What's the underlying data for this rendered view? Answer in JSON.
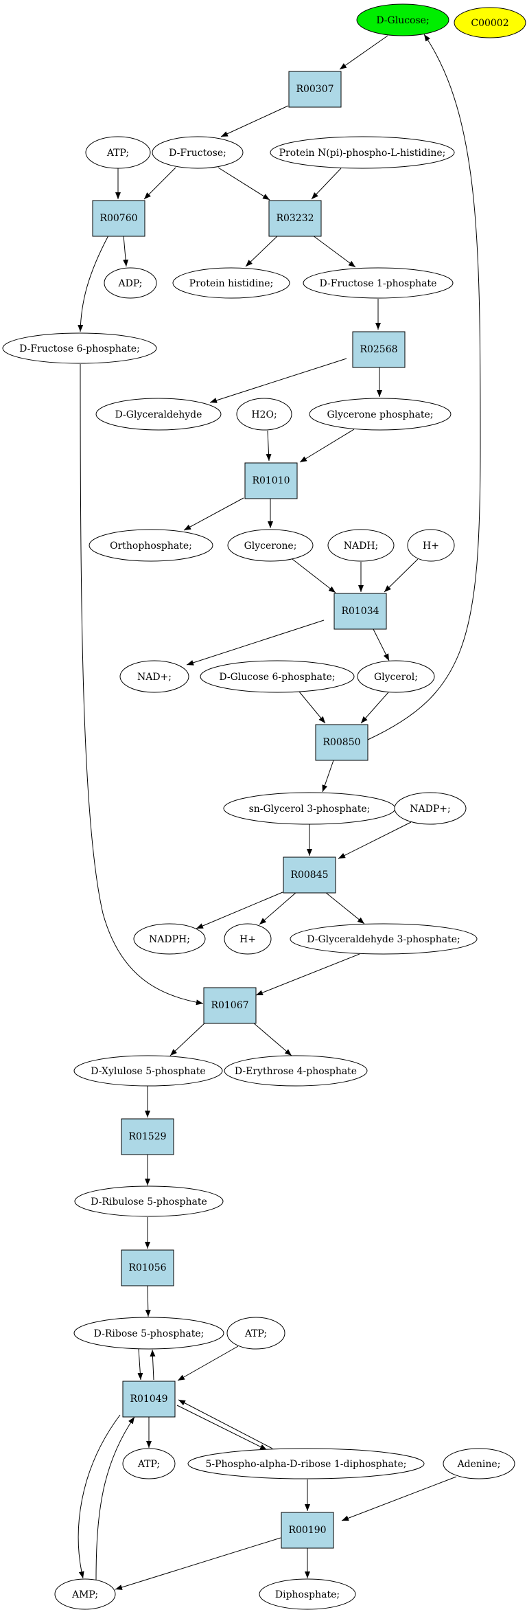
{
  "colors": {
    "reaction_fill": "#add8e6",
    "start_fill": "#00ee00",
    "marker_fill": "#ffff00",
    "compound_fill": "#ffffff",
    "stroke": "#000000"
  },
  "nodes": {
    "glucose": {
      "label": "D-Glucose;",
      "kind": "start"
    },
    "c00002": {
      "label": "C00002",
      "kind": "marker"
    },
    "r00307": {
      "label": "R00307",
      "kind": "reaction"
    },
    "atp1": {
      "label": "ATP;",
      "kind": "compound"
    },
    "fructose": {
      "label": "D-Fructose;",
      "kind": "compound"
    },
    "protein_nphis": {
      "label": "Protein N(pi)-phospho-L-histidine;",
      "kind": "compound"
    },
    "r00760": {
      "label": "R00760",
      "kind": "reaction"
    },
    "r03232": {
      "label": "R03232",
      "kind": "reaction"
    },
    "adp": {
      "label": "ADP;",
      "kind": "compound"
    },
    "protein_his": {
      "label": "Protein histidine;",
      "kind": "compound"
    },
    "fru1p": {
      "label": "D-Fructose 1-phosphate",
      "kind": "compound"
    },
    "fru6p": {
      "label": "D-Fructose 6-phosphate;",
      "kind": "compound"
    },
    "r02568": {
      "label": "R02568",
      "kind": "reaction"
    },
    "glyceraldehyde": {
      "label": "D-Glyceraldehyde",
      "kind": "compound"
    },
    "h2o": {
      "label": "H2O;",
      "kind": "compound"
    },
    "dhap": {
      "label": "Glycerone phosphate;",
      "kind": "compound"
    },
    "r01010": {
      "label": "R01010",
      "kind": "reaction"
    },
    "orthophosphate": {
      "label": "Orthophosphate;",
      "kind": "compound"
    },
    "glycerone": {
      "label": "Glycerone;",
      "kind": "compound"
    },
    "nadh": {
      "label": "NADH;",
      "kind": "compound"
    },
    "hplus1": {
      "label": "H+",
      "kind": "compound"
    },
    "r01034": {
      "label": "R01034",
      "kind": "reaction"
    },
    "nadplus": {
      "label": "NAD+;",
      "kind": "compound"
    },
    "glc6p": {
      "label": "D-Glucose 6-phosphate;",
      "kind": "compound"
    },
    "glycerol": {
      "label": "Glycerol;",
      "kind": "compound"
    },
    "r00850": {
      "label": "R00850",
      "kind": "reaction"
    },
    "g3p": {
      "label": "sn-Glycerol 3-phosphate;",
      "kind": "compound"
    },
    "nadpplus": {
      "label": "NADP+;",
      "kind": "compound"
    },
    "r00845": {
      "label": "R00845",
      "kind": "reaction"
    },
    "nadph": {
      "label": "NADPH;",
      "kind": "compound"
    },
    "hplus2": {
      "label": "H+",
      "kind": "compound"
    },
    "gap": {
      "label": "D-Glyceraldehyde 3-phosphate;",
      "kind": "compound"
    },
    "r01067": {
      "label": "R01067",
      "kind": "reaction"
    },
    "xu5p": {
      "label": "D-Xylulose 5-phosphate",
      "kind": "compound"
    },
    "e4p": {
      "label": "D-Erythrose 4-phosphate",
      "kind": "compound"
    },
    "r01529": {
      "label": "R01529",
      "kind": "reaction"
    },
    "ru5p": {
      "label": "D-Ribulose 5-phosphate",
      "kind": "compound"
    },
    "r01056": {
      "label": "R01056",
      "kind": "reaction"
    },
    "r5p": {
      "label": "D-Ribose 5-phosphate;",
      "kind": "compound"
    },
    "atp2": {
      "label": "ATP;",
      "kind": "compound"
    },
    "r01049": {
      "label": "R01049",
      "kind": "reaction"
    },
    "atp3": {
      "label": "ATP;",
      "kind": "compound"
    },
    "prpp": {
      "label": "5-Phospho-alpha-D-ribose 1-diphosphate;",
      "kind": "compound"
    },
    "adenine": {
      "label": "Adenine;",
      "kind": "compound"
    },
    "r00190": {
      "label": "R00190",
      "kind": "reaction"
    },
    "amp": {
      "label": "AMP;",
      "kind": "compound"
    },
    "diphosphate": {
      "label": "Diphosphate;",
      "kind": "compound"
    }
  },
  "edges": [
    [
      "glucose",
      "r00307"
    ],
    [
      "r00307",
      "fructose"
    ],
    [
      "atp1",
      "r00760"
    ],
    [
      "fructose",
      "r00760"
    ],
    [
      "fructose",
      "r03232"
    ],
    [
      "protein_nphis",
      "r03232"
    ],
    [
      "r00760",
      "adp"
    ],
    [
      "r00760",
      "fru6p"
    ],
    [
      "r03232",
      "protein_his"
    ],
    [
      "r03232",
      "fru1p"
    ],
    [
      "fru1p",
      "r02568"
    ],
    [
      "r02568",
      "glyceraldehyde"
    ],
    [
      "r02568",
      "dhap"
    ],
    [
      "h2o",
      "r01010"
    ],
    [
      "dhap",
      "r01010"
    ],
    [
      "r01010",
      "orthophosphate"
    ],
    [
      "r01010",
      "glycerone"
    ],
    [
      "glycerone",
      "r01034"
    ],
    [
      "nadh",
      "r01034"
    ],
    [
      "hplus1",
      "r01034"
    ],
    [
      "r01034",
      "nadplus"
    ],
    [
      "r01034",
      "glycerol"
    ],
    [
      "glc6p",
      "r00850"
    ],
    [
      "glycerol",
      "r00850"
    ],
    [
      "r00850",
      "glucose"
    ],
    [
      "r00850",
      "g3p"
    ],
    [
      "g3p",
      "r00845"
    ],
    [
      "nadpplus",
      "r00845"
    ],
    [
      "r00845",
      "nadph"
    ],
    [
      "r00845",
      "hplus2"
    ],
    [
      "r00845",
      "gap"
    ],
    [
      "fru6p",
      "r01067"
    ],
    [
      "gap",
      "r01067"
    ],
    [
      "r01067",
      "xu5p"
    ],
    [
      "r01067",
      "e4p"
    ],
    [
      "xu5p",
      "r01529"
    ],
    [
      "r01529",
      "ru5p"
    ],
    [
      "ru5p",
      "r01056"
    ],
    [
      "r01056",
      "r5p"
    ],
    [
      "r5p",
      "r01049"
    ],
    [
      "r01049",
      "r5p"
    ],
    [
      "atp2",
      "r01049"
    ],
    [
      "r01049",
      "atp3"
    ],
    [
      "r01049",
      "prpp"
    ],
    [
      "prpp",
      "r01049"
    ],
    [
      "r01049",
      "amp"
    ],
    [
      "amp",
      "r01049"
    ],
    [
      "prpp",
      "r00190"
    ],
    [
      "adenine",
      "r00190"
    ],
    [
      "r00190",
      "amp"
    ],
    [
      "r00190",
      "diphosphate"
    ]
  ]
}
